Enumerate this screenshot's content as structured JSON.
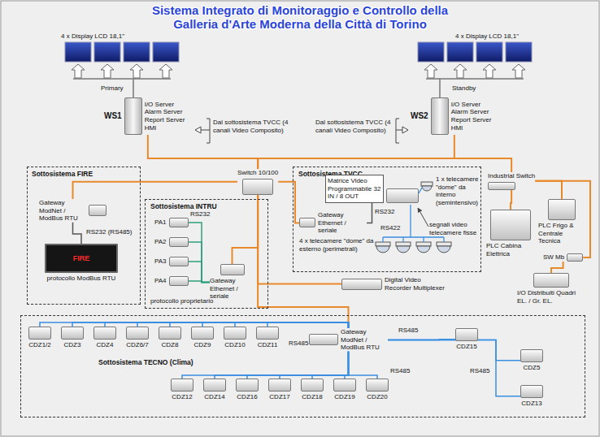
{
  "diagram": {
    "title": "Sistema Integrato di Monitoraggio e Controllo della Galleria d'Arte Moderna della Città di Torino",
    "nodes": [
      {
        "text": [
          "WS1",
          "I/O Server Alarm Server Report Server HMI"
        ]
      },
      {
        "text": [
          "WS2",
          "I/O Server Alarm Server Report Server HMI"
        ]
      },
      {
        "text": [
          "Switch 10/100"
        ]
      },
      {
        "text": [
          "Sottosistema FIRE"
        ]
      },
      {
        "text": [
          "Gateway ModNet / ModBus RTU"
        ],
        "in": 3
      },
      {
        "text": [
          "FIRE",
          "protocollo ModBus RTU"
        ],
        "in": 3
      },
      {
        "text": [
          "Sottosistema INTRU"
        ]
      },
      {
        "text": [
          "PA1"
        ],
        "in": 6
      },
      {
        "text": [
          "PA2"
        ],
        "in": 6
      },
      {
        "text": [
          "PA3"
        ],
        "in": 6
      },
      {
        "text": [
          "PA4"
        ],
        "in": 6
      },
      {
        "text": [
          "Gateway Ethernet / seriale"
        ],
        "in": 6
      },
      {
        "text": [
          "Sottosistema TVCC"
        ]
      },
      {
        "text": [
          "Matrice Video Programmabile 32 IN / 8 OUT"
        ],
        "in": 12
      },
      {
        "text": [
          "Gateway Ethernet / seriale"
        ],
        "in": 12
      },
      {
        "text": [
          "Digital Video Recorder Multiplexer"
        ]
      },
      {
        "text": [
          "Industrial Switch"
        ]
      },
      {
        "text": [
          "PLC Frigo & Centrale Tecnica"
        ]
      },
      {
        "text": [
          "PLC Cabina Elettrica"
        ]
      },
      {
        "text": [
          "SW Mb"
        ]
      },
      {
        "text": [
          "I/O Distribuiti Quadri EL. / Gr. EL."
        ]
      },
      {
        "text": [
          "Sottosistema TECNO (Clima)"
        ]
      },
      {
        "text": [
          "Gateway ModNet / ModBus RTU"
        ],
        "in": 21
      },
      {
        "text": [
          "CDZ1/2"
        ],
        "in": 21
      },
      {
        "text": [
          "CDZ3"
        ],
        "in": 21
      },
      {
        "text": [
          "CDZ4"
        ],
        "in": 21
      },
      {
        "text": [
          "CDZ6/7"
        ],
        "in": 21
      },
      {
        "text": [
          "CDZ8"
        ],
        "in": 21
      },
      {
        "text": [
          "CDZ9"
        ],
        "in": 21
      },
      {
        "text": [
          "CDZ10"
        ],
        "in": 21
      },
      {
        "text": [
          "CDZ11"
        ],
        "in": 21
      },
      {
        "text": [
          "CDZ15"
        ],
        "in": 21
      },
      {
        "text": [
          "CDZ5"
        ],
        "in": 21
      },
      {
        "text": [
          "CDZ13"
        ],
        "in": 21
      },
      {
        "text": [
          "CDZ12"
        ],
        "in": 21
      },
      {
        "text": [
          "CDZ14"
        ],
        "in": 21
      },
      {
        "text": [
          "CDZ16"
        ],
        "in": 21
      },
      {
        "text": [
          "CDZ17"
        ],
        "in": 21
      },
      {
        "text": [
          "CDZ18"
        ],
        "in": 21
      },
      {
        "text": [
          "CDZ19"
        ],
        "in": 21
      },
      {
        "text": [
          "CDZ20"
        ],
        "in": 21
      }
    ],
    "edges": [
      {
        "from": 2,
        "to": 0,
        "arrow": "none"
      },
      {
        "from": 2,
        "to": 1,
        "arrow": "none"
      },
      {
        "from": 2,
        "to": 4,
        "arrow": "none"
      },
      {
        "from": 4,
        "to": 5,
        "label": "RS232 (RS485)",
        "arrow": "none"
      },
      {
        "from": 2,
        "to": 11,
        "arrow": "none"
      },
      {
        "from": 7,
        "to": 11,
        "arrow": "none"
      },
      {
        "from": 8,
        "to": 11,
        "arrow": "none"
      },
      {
        "from": 9,
        "to": 11,
        "arrow": "none"
      },
      {
        "from": 10,
        "to": 11,
        "arrow": "none"
      },
      {
        "from": 2,
        "to": 14,
        "arrow": "none"
      },
      {
        "from": 14,
        "to": 13,
        "label": "RS232",
        "arrow": "none"
      },
      {
        "from": 2,
        "to": 15,
        "arrow": "none"
      },
      {
        "from": 2,
        "to": 16,
        "arrow": "none"
      },
      {
        "from": 16,
        "to": 17,
        "arrow": "none"
      },
      {
        "from": 16,
        "to": 18,
        "arrow": "none"
      },
      {
        "from": 16,
        "to": 19,
        "arrow": "none"
      },
      {
        "from": 19,
        "to": 20,
        "arrow": "none"
      },
      {
        "from": 2,
        "to": 22,
        "arrow": "none"
      },
      {
        "from": 22,
        "to": 23,
        "arrow": "none"
      },
      {
        "from": 22,
        "to": 24,
        "arrow": "none"
      },
      {
        "from": 22,
        "to": 25,
        "arrow": "none"
      },
      {
        "from": 22,
        "to": 26,
        "arrow": "none"
      },
      {
        "from": 22,
        "to": 27,
        "arrow": "none"
      },
      {
        "from": 22,
        "to": 28,
        "arrow": "none"
      },
      {
        "from": 22,
        "to": 29,
        "arrow": "none"
      },
      {
        "from": 22,
        "to": 30,
        "arrow": "none"
      },
      {
        "from": 22,
        "to": 31,
        "arrow": "none"
      },
      {
        "from": 22,
        "to": 32,
        "arrow": "none"
      },
      {
        "from": 22,
        "to": 33,
        "arrow": "none"
      },
      {
        "from": 22,
        "to": 34,
        "arrow": "none"
      },
      {
        "from": 22,
        "to": 35,
        "arrow": "none"
      },
      {
        "from": 22,
        "to": 36,
        "arrow": "none"
      },
      {
        "from": 22,
        "to": 37,
        "arrow": "none"
      },
      {
        "from": 22,
        "to": 38,
        "arrow": "none"
      },
      {
        "from": 22,
        "to": 39,
        "arrow": "none"
      },
      {
        "from": 22,
        "to": 40,
        "arrow": "none"
      }
    ],
    "labels": [
      "4 x Display LCD 18,1\"",
      "Primary",
      "Dal sottosistema TVCC (4 canali Video Composito)",
      "4 x Display LCD 18,1\"",
      "Standby",
      "Dal sottosistema TVCC (4 canali Video Composito)",
      "RS232",
      "protocollo proprietario",
      "1 x telecamere \"dome\" da interno (semintensivo)",
      "segnali video telecamere fisse",
      "RS422",
      "4 x telecamere \"dome\" da esterno (perimetrali)",
      "RS485",
      "RS485",
      "RS485",
      "RS485"
    ]
  }
}
